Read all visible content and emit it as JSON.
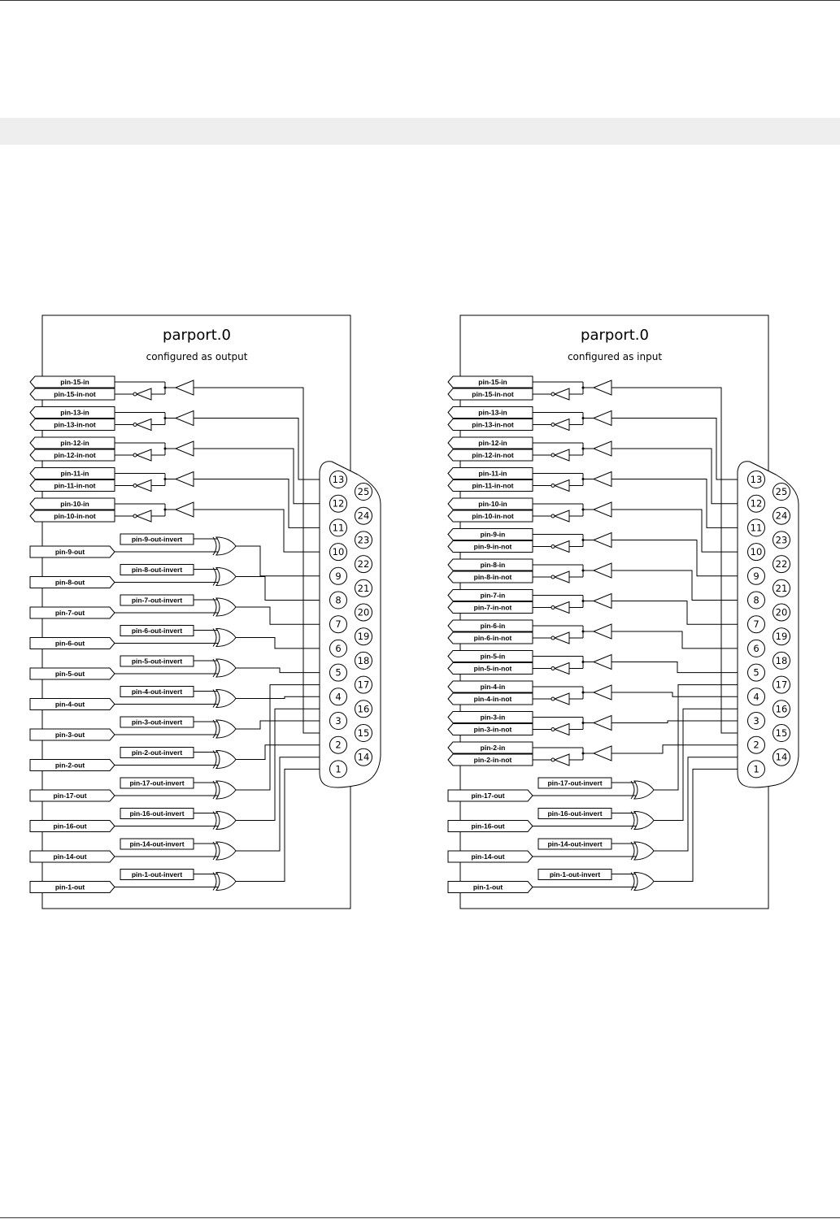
{
  "panels": [
    {
      "id": "output",
      "title": "parport.0",
      "subtitle": "configured as output",
      "in_pins": [
        {
          "pin": "15",
          "in": "pin-15-in",
          "not": "pin-15-in-not"
        },
        {
          "pin": "13",
          "in": "pin-13-in",
          "not": "pin-13-in-not"
        },
        {
          "pin": "12",
          "in": "pin-12-in",
          "not": "pin-12-in-not"
        },
        {
          "pin": "11",
          "in": "pin-11-in",
          "not": "pin-11-in-not"
        },
        {
          "pin": "10",
          "in": "pin-10-in",
          "not": "pin-10-in-not"
        }
      ],
      "out_pins": [
        {
          "pin": "9",
          "out": "pin-9-out",
          "invert": "pin-9-out-invert"
        },
        {
          "pin": "8",
          "out": "pin-8-out",
          "invert": "pin-8-out-invert"
        },
        {
          "pin": "7",
          "out": "pin-7-out",
          "invert": "pin-7-out-invert"
        },
        {
          "pin": "6",
          "out": "pin-6-out",
          "invert": "pin-6-out-invert"
        },
        {
          "pin": "5",
          "out": "pin-5-out",
          "invert": "pin-5-out-invert"
        },
        {
          "pin": "4",
          "out": "pin-4-out",
          "invert": "pin-4-out-invert"
        },
        {
          "pin": "3",
          "out": "pin-3-out",
          "invert": "pin-3-out-invert"
        },
        {
          "pin": "2",
          "out": "pin-2-out",
          "invert": "pin-2-out-invert"
        },
        {
          "pin": "17",
          "out": "pin-17-out",
          "invert": "pin-17-out-invert"
        },
        {
          "pin": "16",
          "out": "pin-16-out",
          "invert": "pin-16-out-invert"
        },
        {
          "pin": "14",
          "out": "pin-14-out",
          "invert": "pin-14-out-invert"
        },
        {
          "pin": "1",
          "out": "pin-1-out",
          "invert": "pin-1-out-invert"
        }
      ]
    },
    {
      "id": "input",
      "title": "parport.0",
      "subtitle": "configured as input",
      "in_pins": [
        {
          "pin": "15",
          "in": "pin-15-in",
          "not": "pin-15-in-not"
        },
        {
          "pin": "13",
          "in": "pin-13-in",
          "not": "pin-13-in-not"
        },
        {
          "pin": "12",
          "in": "pin-12-in",
          "not": "pin-12-in-not"
        },
        {
          "pin": "11",
          "in": "pin-11-in",
          "not": "pin-11-in-not"
        },
        {
          "pin": "10",
          "in": "pin-10-in",
          "not": "pin-10-in-not"
        },
        {
          "pin": "9",
          "in": "pin-9-in",
          "not": "pin-9-in-not"
        },
        {
          "pin": "8",
          "in": "pin-8-in",
          "not": "pin-8-in-not"
        },
        {
          "pin": "7",
          "in": "pin-7-in",
          "not": "pin-7-in-not"
        },
        {
          "pin": "6",
          "in": "pin-6-in",
          "not": "pin-6-in-not"
        },
        {
          "pin": "5",
          "in": "pin-5-in",
          "not": "pin-5-in-not"
        },
        {
          "pin": "4",
          "in": "pin-4-in",
          "not": "pin-4-in-not"
        },
        {
          "pin": "3",
          "in": "pin-3-in",
          "not": "pin-3-in-not"
        },
        {
          "pin": "2",
          "in": "pin-2-in",
          "not": "pin-2-in-not"
        }
      ],
      "out_pins": [
        {
          "pin": "17",
          "out": "pin-17-out",
          "invert": "pin-17-out-invert"
        },
        {
          "pin": "16",
          "out": "pin-16-out",
          "invert": "pin-16-out-invert"
        },
        {
          "pin": "14",
          "out": "pin-14-out",
          "invert": "pin-14-out-invert"
        },
        {
          "pin": "1",
          "out": "pin-1-out",
          "invert": "pin-1-out-invert"
        }
      ]
    }
  ],
  "connector": {
    "top_row": [
      "13",
      "12",
      "11",
      "10",
      "9",
      "8",
      "7",
      "6",
      "5",
      "4",
      "3",
      "2",
      "1"
    ],
    "bottom_row": [
      "25",
      "24",
      "23",
      "22",
      "21",
      "20",
      "19",
      "18",
      "17",
      "16",
      "15",
      "14"
    ]
  }
}
